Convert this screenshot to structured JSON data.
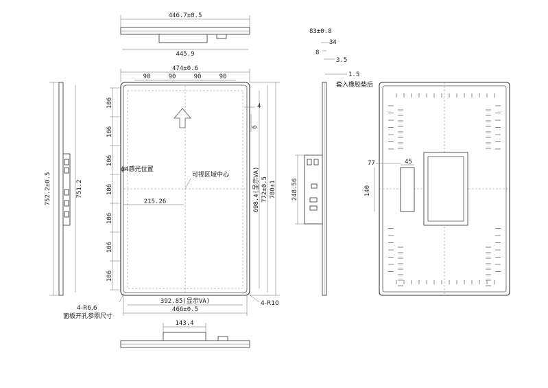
{
  "views": {
    "top": {
      "dim_overall": "446.7±0.5",
      "dim_inner": "445.9"
    },
    "bottom": {
      "dim_bracket": "143.4"
    },
    "front": {
      "dim_outer_width": "474±0.6",
      "dim_hole_spacing": [
        "90",
        "90",
        "90",
        "90"
      ],
      "dim_vertical_spacing": [
        "106",
        "106",
        "106",
        "106",
        "106",
        "106",
        "106"
      ],
      "dim_small_4": "4",
      "dim_small_6": "6",
      "sensor_label": "ϕ4感光位置",
      "center_label": "可视区域中心",
      "dim_center_offset": "215.26",
      "dim_va_height": "698.4(显示VA)",
      "dim_height_772": "772±0.5",
      "dim_height_780": "780±1",
      "dim_va_width": "392.85(显示VA)",
      "dim_width_466": "466±0.5",
      "note_radius": "4-R6.6",
      "note_cutout": "面板开孔参照尺寸",
      "note_corner": "4-R10"
    },
    "left": {
      "dim_height_752": "752.2±0.5",
      "dim_height_751": "751.2"
    },
    "side": {
      "dim_83": "83±0.8",
      "dim_34": "34",
      "dim_8": "8",
      "dim_3_5": "3.5",
      "dim_1_5": "1.5",
      "note_rubber": "套入橡胶垫后",
      "dim_248": "248.56"
    },
    "rear": {
      "dim_77": "77",
      "dim_45": "45",
      "dim_140": "140"
    }
  }
}
